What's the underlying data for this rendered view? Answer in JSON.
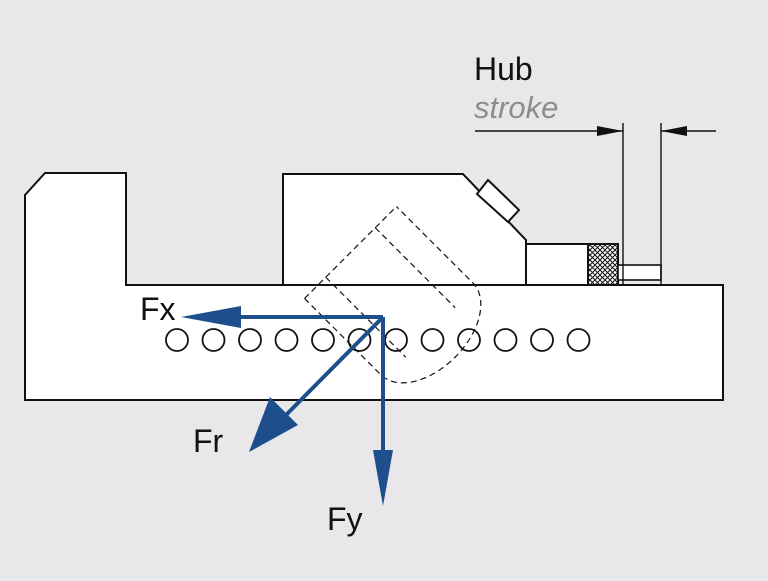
{
  "labels": {
    "stroke_de": "Hub",
    "stroke_en": "stroke",
    "force_x": "Fx",
    "force_r": "Fr",
    "force_y": "Fy"
  },
  "ball_count": 12,
  "colors": {
    "background": "#e8e7ea",
    "force_arrow": "#1f4e8c",
    "outline": "#111111",
    "label_text": "#111111",
    "secondary_text": "#8d8d8d"
  }
}
